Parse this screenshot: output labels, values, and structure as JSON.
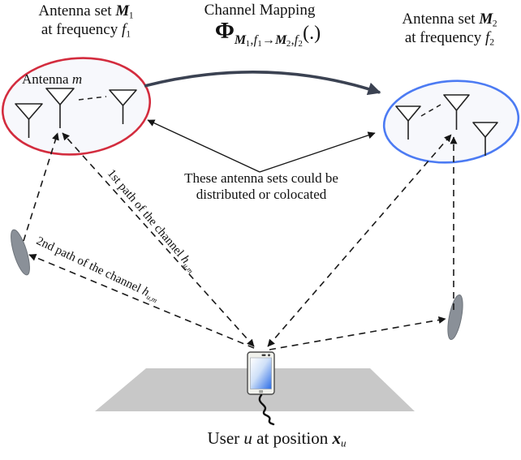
{
  "colors": {
    "set1_stroke": "#d32c3e",
    "set2_stroke": "#4c7bf3",
    "ellipse_fill": "#f7f8fc",
    "mapping_arrow": "#3b4252",
    "scatterer_fill": "#8a9098",
    "ground_fill": "#c8c8c8",
    "phone_screen": "#2b6ce6"
  },
  "header": {
    "set1_line1_prefix": "Antenna set ",
    "set1_sym": "M",
    "set1_idx": "1",
    "set1_line2_prefix": "at frequency ",
    "freq_sym": "f",
    "set2_line1_prefix": "Antenna set ",
    "set2_sym": "M",
    "set2_idx": "2",
    "set2_line2_prefix": "at frequency ",
    "mapping_title": "Channel Mapping",
    "formula": {
      "phi": "Φ",
      "parts": [
        "M",
        "1",
        ",",
        "f",
        "1",
        "→",
        "M",
        "2",
        ",",
        "f",
        "2"
      ],
      "tail": "(.)"
    }
  },
  "diagram": {
    "antenna_label_prefix": "Antenna ",
    "antenna_label_var": "m",
    "note_line1": "These antenna sets could be",
    "note_line2": "distributed or colocated",
    "path1_prefix": "1st path of the channel ",
    "path2_prefix": "2nd path of the channel ",
    "channel_var": "h",
    "channel_sub": "u,m"
  },
  "footer": {
    "user_prefix": "User ",
    "user_var": "u",
    "user_mid": " at position ",
    "pos_var": "x",
    "pos_sub": "u"
  }
}
